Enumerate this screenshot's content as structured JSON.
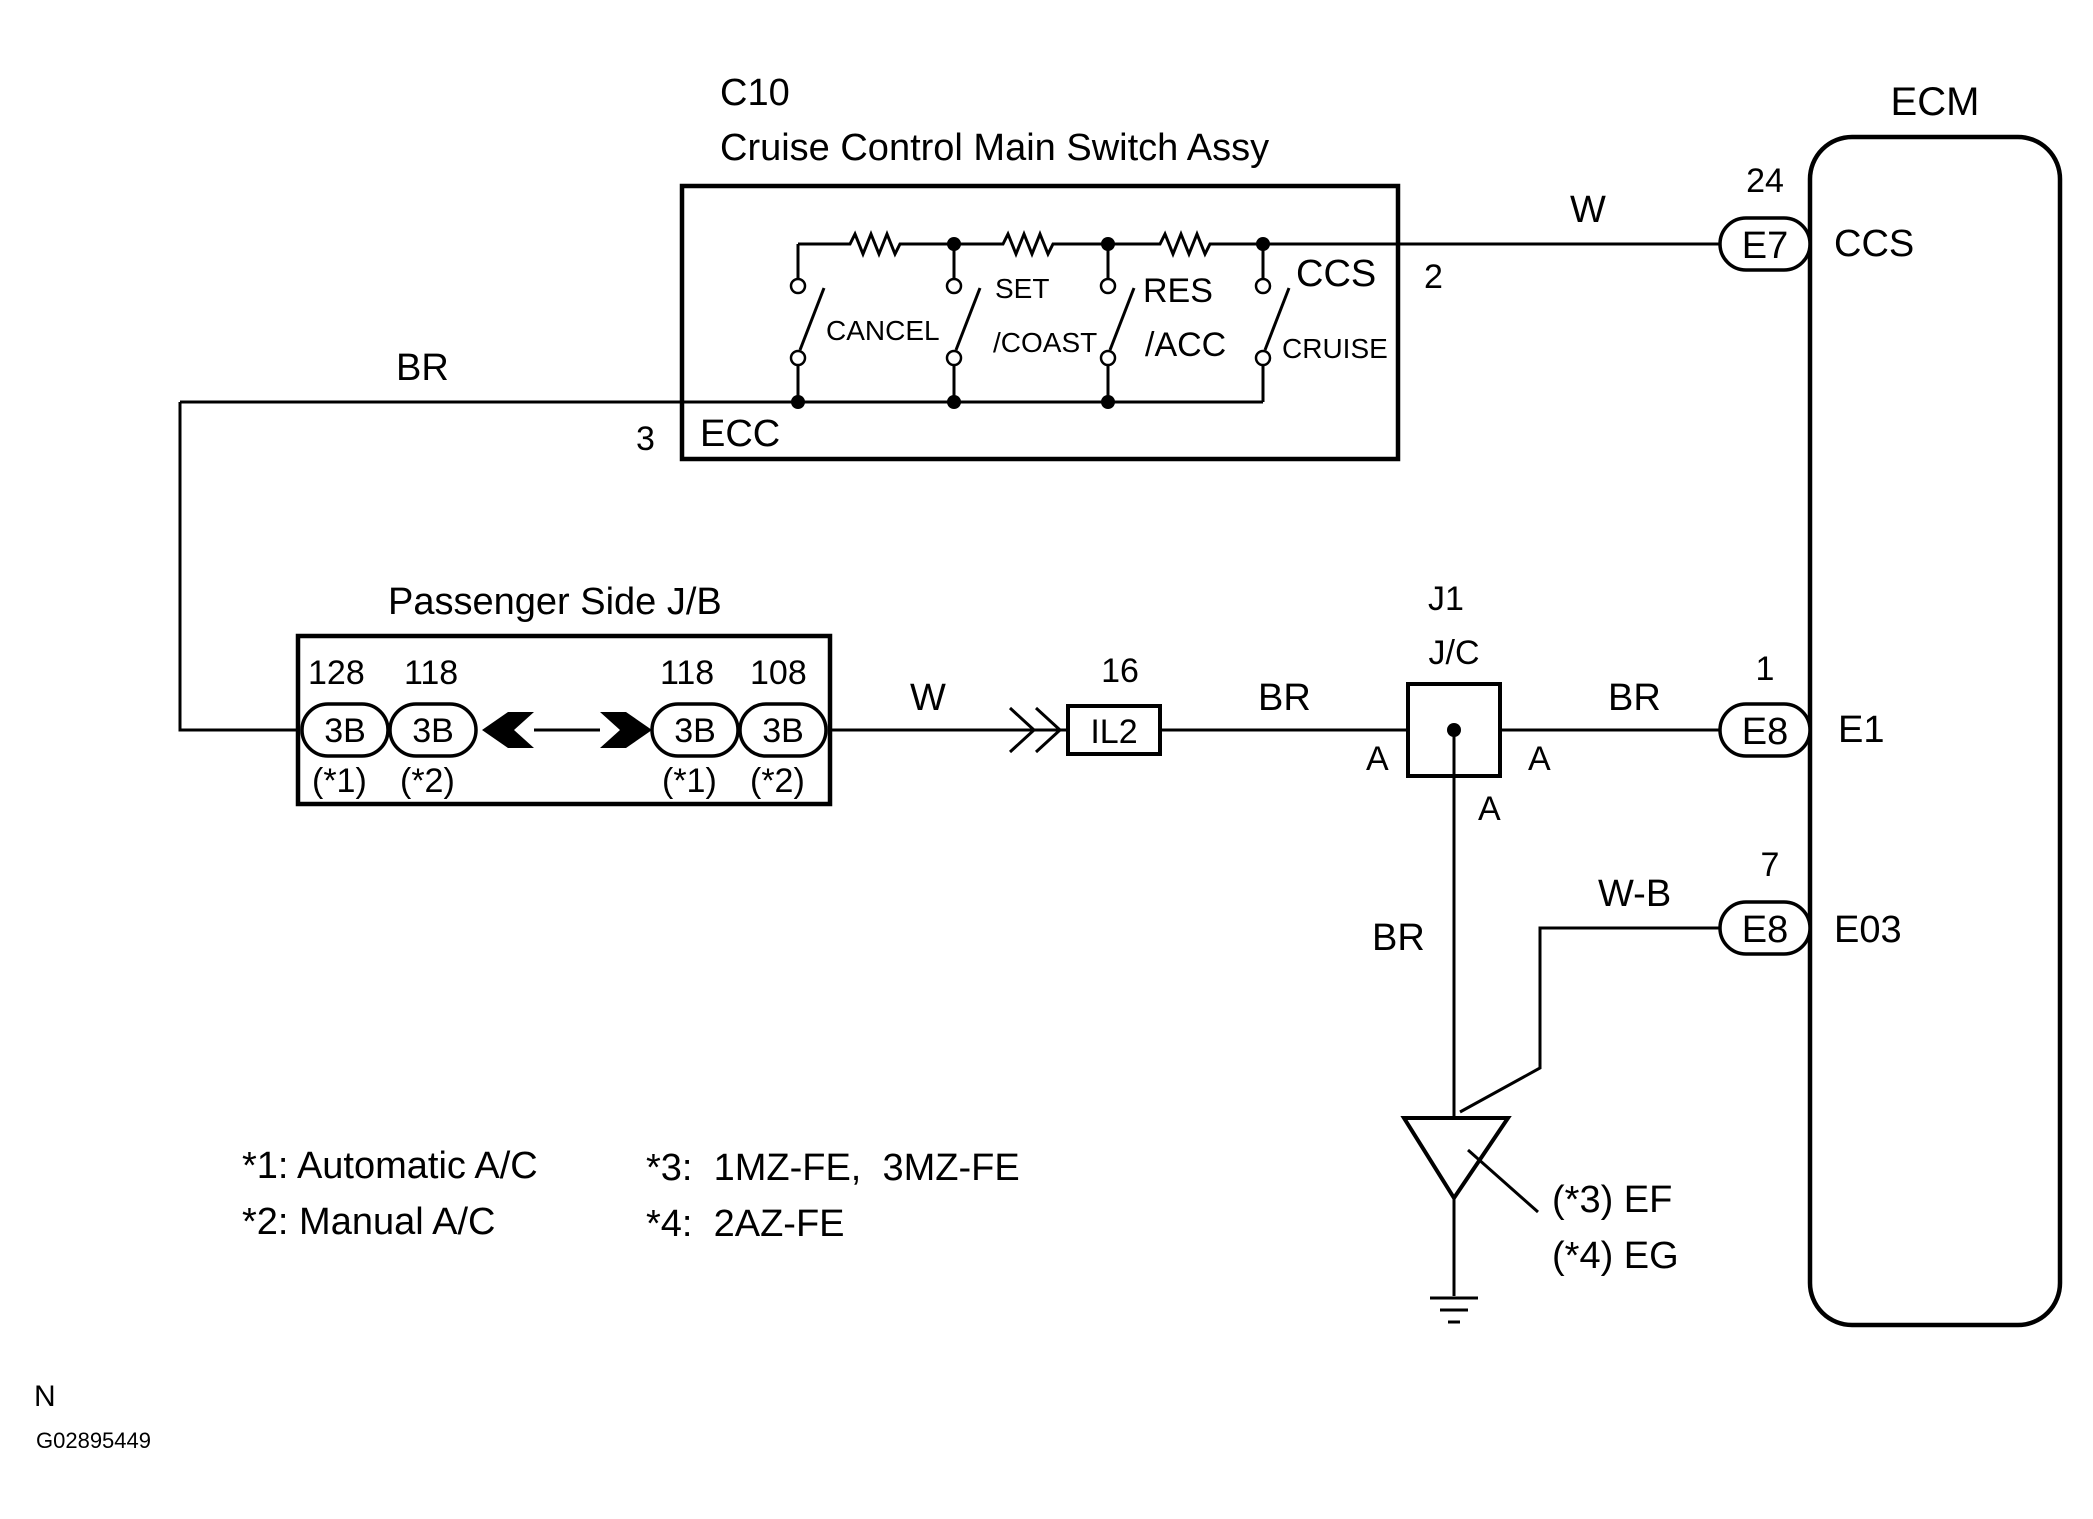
{
  "switch_assy": {
    "code": "C10",
    "name": "Cruise Control Main Switch Assy",
    "pin_ccs": "2",
    "pin_ecc": "3",
    "label_ecc": "ECC",
    "label_ccs": "CCS",
    "switches": [
      "CANCEL",
      "SET",
      "/COAST",
      "RES",
      "/ACC",
      "CRUISE"
    ]
  },
  "ecm": {
    "title": "ECM",
    "terminals": [
      {
        "pin": "24",
        "connector": "E7",
        "name": "CCS"
      },
      {
        "pin": "1",
        "connector": "E8",
        "name": "E1"
      },
      {
        "pin": "7",
        "connector": "E8",
        "name": "E03"
      }
    ]
  },
  "wires": {
    "ccs_color": "W",
    "ecc_color": "BR",
    "jb_out_color": "W",
    "il2_out_color": "BR",
    "jc_out_color": "BR",
    "jc_down_color": "BR",
    "e03_color": "W-B"
  },
  "junction_block": {
    "title": "Passenger Side J/B",
    "left_pins": [
      "128",
      "118"
    ],
    "right_pins": [
      "118",
      "108"
    ],
    "connector": "3B",
    "notes_left": [
      "(*1)",
      "(*2)"
    ],
    "notes_right": [
      "(*1)",
      "(*2)"
    ]
  },
  "inline_connector": {
    "pin": "16",
    "name": "IL2"
  },
  "junction_connector": {
    "code": "J1",
    "name": "J/C",
    "terminal": "A"
  },
  "ground": {
    "labels": [
      "(*3) EF",
      "(*4) EG"
    ]
  },
  "legend": [
    "*1: Automatic A/C",
    "*2: Manual A/C",
    "*3:  1MZ-FE,  3MZ-FE",
    "*4:  2AZ-FE"
  ],
  "footer": {
    "letter": "N",
    "code": "G02895449"
  }
}
